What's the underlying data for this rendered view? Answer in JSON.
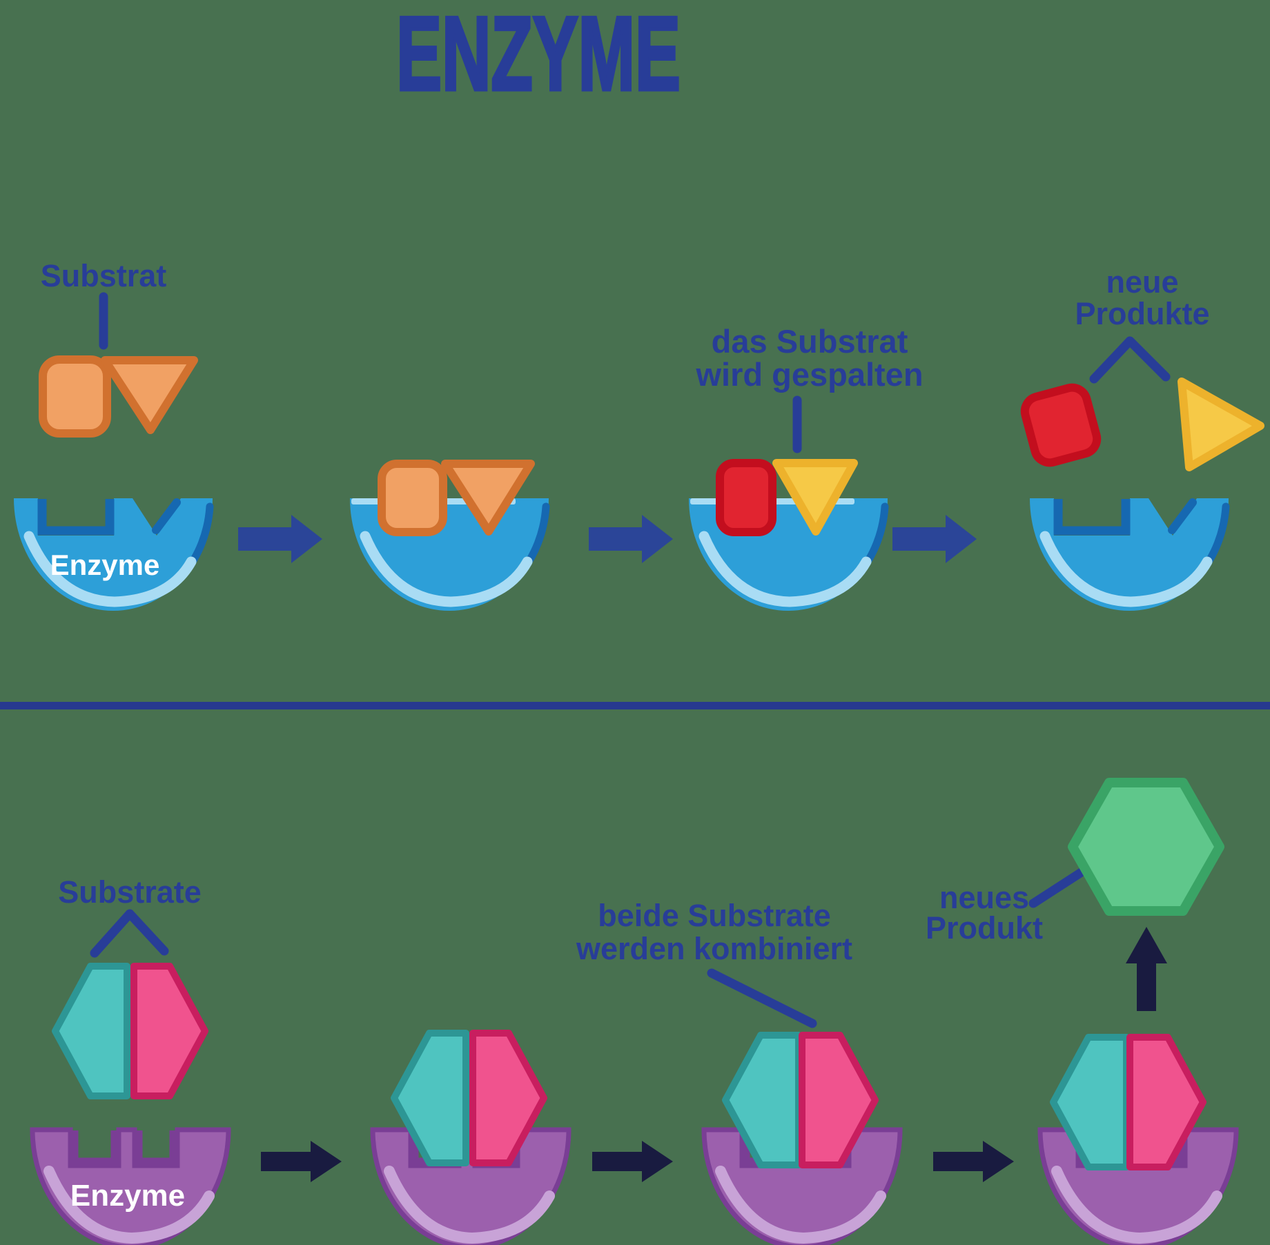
{
  "title": "ENZYME",
  "top_process": {
    "substrate_label": "Substrat",
    "enzyme_label": "Enzyme",
    "split_label_line1": "das Substrat",
    "split_label_line2": "wird gespalten",
    "products_label_line1": "neue",
    "products_label_line2": "Produkte"
  },
  "bottom_process": {
    "substrates_label": "Substrate",
    "enzyme_label": "Enzyme",
    "combine_label_line1": "beide Substrate",
    "combine_label_line2": "werden kombiniert",
    "product_label_line1": "neues",
    "product_label_line2": "Produkt"
  },
  "colors": {
    "background": "#487150",
    "label_blue": "#283d98",
    "divider_blue": "#27398f",
    "arrow_blue": "#2b4598",
    "arrow_navy": "#191b40",
    "enzyme_blue": "#2d9fd8",
    "enzyme_blue_dark": "#1668b1",
    "enzyme_blue_light": "#a9dcf4",
    "enzyme_purple": "#9c60ad",
    "enzyme_purple_dark": "#7a3e95",
    "enzyme_purple_light": "#c8a3d7",
    "substrate_orange": "#f1a164",
    "substrate_orange_border": "#d1712f",
    "product_red": "#e12430",
    "product_red_border": "#c30e1e",
    "product_yellow": "#f6c947",
    "product_yellow_border": "#edb22c",
    "substrate_teal": "#4fc4c0",
    "substrate_teal_border": "#2d9695",
    "substrate_pink": "#f0538e",
    "substrate_pink_border": "#c81e5f",
    "product_green": "#5fc78b",
    "product_green_border": "#3aa466",
    "white": "#ffffff"
  }
}
